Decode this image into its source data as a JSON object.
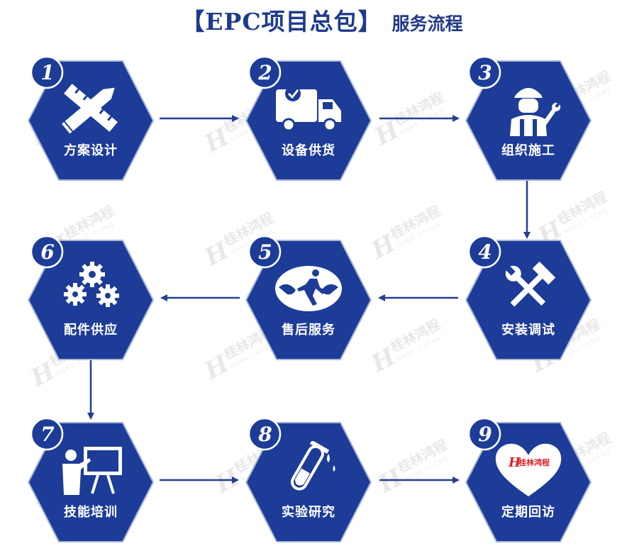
{
  "title": {
    "main": "【EPC项目总包】",
    "sub": "服务流程"
  },
  "colors": {
    "hex_fill": "#1d3c98",
    "badge_fill": "#1d3c98",
    "arrow": "#243f94",
    "title": "#1d3a8c"
  },
  "watermark": {
    "name": "桂林鸿程",
    "pinyin": "HONG CHENG",
    "logo_letter": "H"
  },
  "steps": [
    {
      "number": "1",
      "label": "方案设计",
      "icon": "pencil-ruler-icon"
    },
    {
      "number": "2",
      "label": "设备供货",
      "icon": "delivery-truck-icon"
    },
    {
      "number": "3",
      "label": "组织施工",
      "icon": "worker-icon"
    },
    {
      "number": "4",
      "label": "安装调试",
      "icon": "hammer-wrench-icon"
    },
    {
      "number": "5",
      "label": "售后服务",
      "icon": "service-runner-icon"
    },
    {
      "number": "6",
      "label": "配件供应",
      "icon": "gears-icon"
    },
    {
      "number": "7",
      "label": "技能培训",
      "icon": "presentation-board-icon"
    },
    {
      "number": "8",
      "label": "实验研究",
      "icon": "test-tube-icon"
    },
    {
      "number": "9",
      "label": "定期回访",
      "icon": "heart-logo-icon"
    }
  ],
  "heart_logo": {
    "letter": "H",
    "text": "桂林鸿程"
  }
}
